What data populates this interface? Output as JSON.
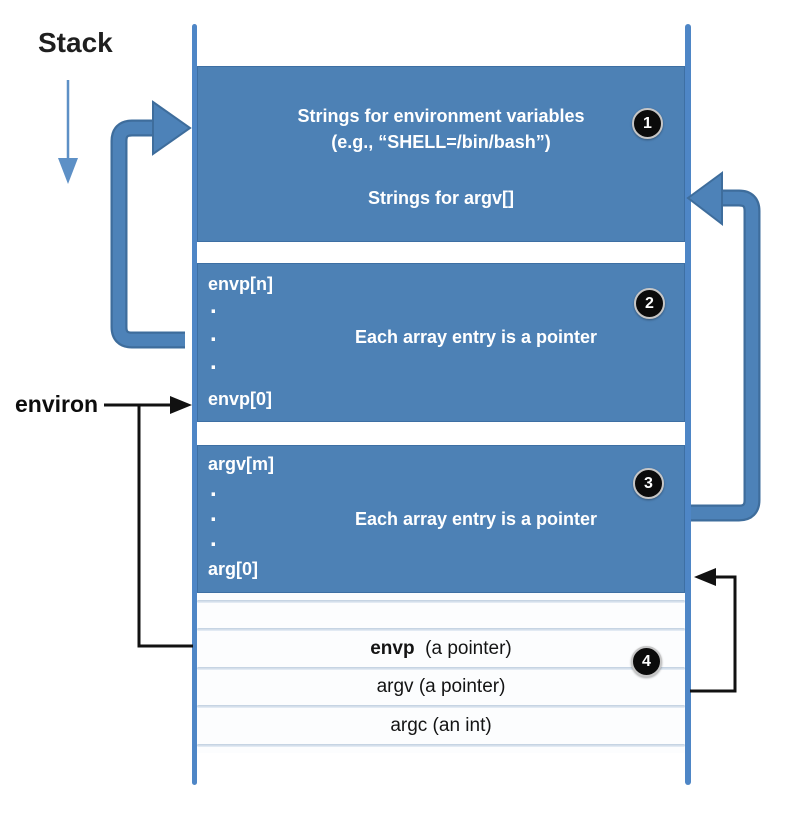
{
  "diagram": {
    "title": "Stack",
    "environ_label": "environ",
    "strings_block": {
      "line1": "Strings for environment variables",
      "line2": "(e.g., “SHELL=/bin/bash”)",
      "line3": "Strings for argv[]",
      "badge": "1"
    },
    "envp_block": {
      "top": "envp[n]",
      "dot": ".",
      "bottom": "envp[0]",
      "center": "Each array entry is a pointer",
      "badge": "2"
    },
    "argv_block": {
      "top": "argv[m]",
      "dot": ".",
      "bottom": "arg[0]",
      "center": "Each array entry is a pointer",
      "badge": "3"
    },
    "bottom_rows": {
      "envp_name": "envp",
      "envp_rest": "  (a pointer)",
      "argv": "argv (a pointer)",
      "argc": "argc (an int)",
      "badge": "4"
    }
  },
  "colors": {
    "block_blue": "#4d81b5",
    "block_border_blue": "#3d6fa3",
    "rail_blue": "#4e86c6",
    "arrow_blue": "#4d82b8",
    "arrow_blue_dark": "#3e6d9c",
    "connector_black": "#111111",
    "badge_bg": "#0b0b0b",
    "badge_ring": "#c6c6c6",
    "block_text": "#ffffff",
    "row_text": "#141414"
  }
}
